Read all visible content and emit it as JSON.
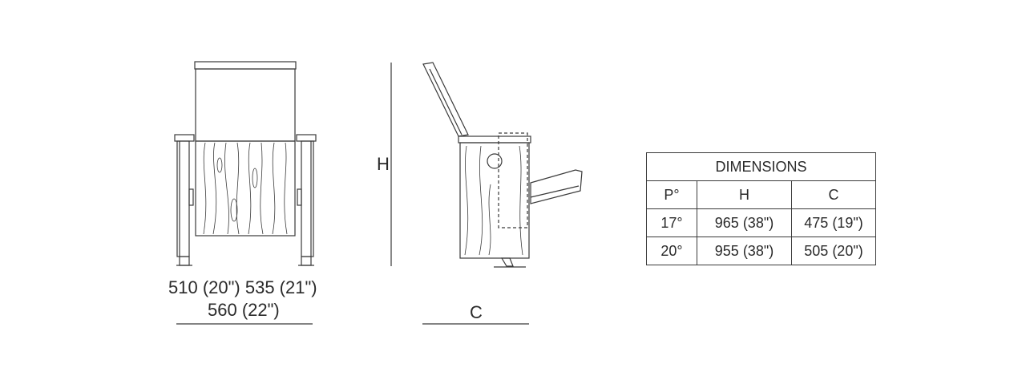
{
  "front_view": {
    "width_line_1": "510 (20\") 535 (21\")",
    "width_line_2": "560 (22\")"
  },
  "side_view": {
    "height_label": "H",
    "depth_label": "C"
  },
  "dimensions_table": {
    "title": "DIMENSIONS",
    "headers": [
      "P°",
      "H",
      "C"
    ],
    "rows": [
      [
        "17°",
        "965 (38\")",
        "475 (19\")"
      ],
      [
        "20°",
        "955 (38\")",
        "505 (20\")"
      ]
    ]
  },
  "colors": {
    "line": "#3a3a3a",
    "text": "#2a2a2a"
  }
}
